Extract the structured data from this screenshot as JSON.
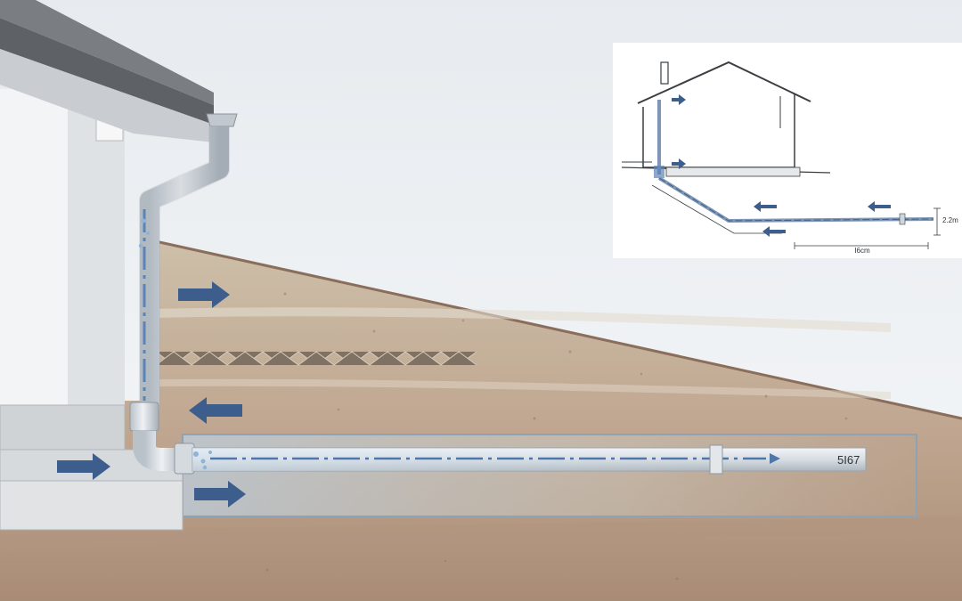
{
  "diagram": {
    "main": {
      "pipe_tag": "5I67"
    },
    "inset": {
      "height_label": "2.2m",
      "length_label": "I6cm"
    },
    "colors": {
      "sky": "#eef1f4",
      "soil_top": "#c9bba6",
      "soil_deep": "#a98c76",
      "wall": "#e9ebec",
      "concrete": "#cfd3d6",
      "pipe": "#d8dde2",
      "roof": "#6f7378",
      "arrow": "#3d5e8c",
      "water": "#8fb3d9"
    },
    "icons": [
      "flow-arrow-icon",
      "water-bubble-icon"
    ]
  }
}
